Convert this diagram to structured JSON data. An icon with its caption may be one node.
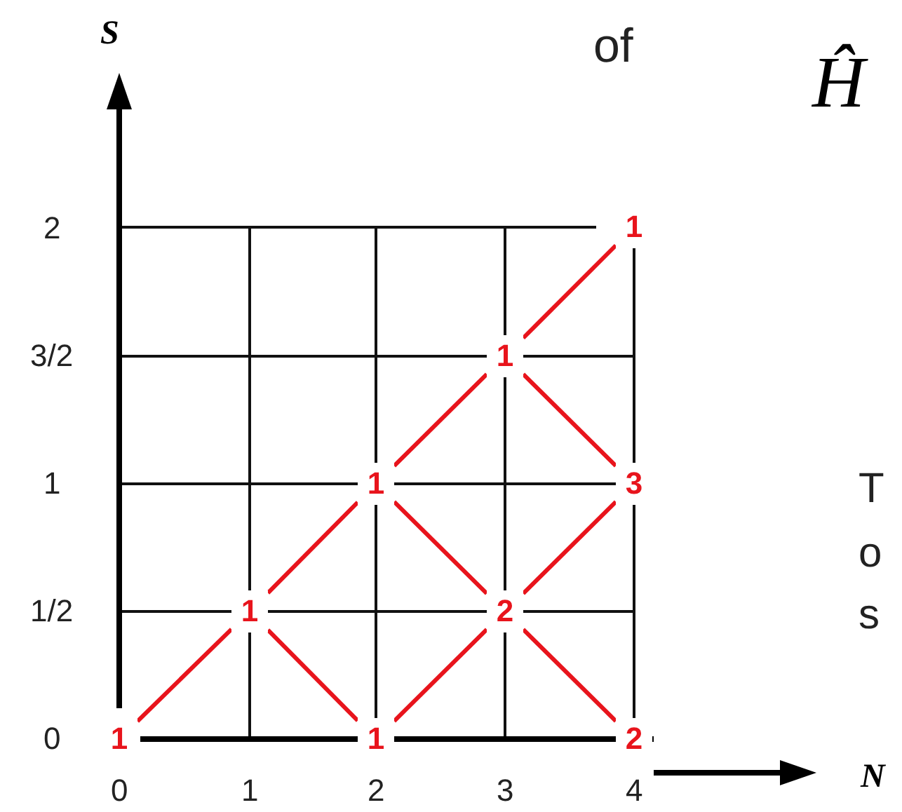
{
  "diagram": {
    "nodes": [
      {
        "text": [
          "1"
        ]
      },
      {
        "text": [
          "1"
        ]
      },
      {
        "text": [
          "1"
        ]
      },
      {
        "text": [
          "1"
        ]
      },
      {
        "text": [
          "2"
        ]
      },
      {
        "text": [
          "1"
        ]
      },
      {
        "text": [
          "2"
        ]
      },
      {
        "text": [
          "3"
        ]
      },
      {
        "text": [
          "1"
        ]
      }
    ],
    "edges": [
      {
        "from": 0,
        "to": 1,
        "arrow": "none"
      },
      {
        "from": 1,
        "to": 2,
        "arrow": "none"
      },
      {
        "from": 1,
        "to": 3,
        "arrow": "none"
      },
      {
        "from": 2,
        "to": 4,
        "arrow": "none"
      },
      {
        "from": 3,
        "to": 4,
        "arrow": "none"
      },
      {
        "from": 3,
        "to": 5,
        "arrow": "none"
      },
      {
        "from": 4,
        "to": 6,
        "arrow": "none"
      },
      {
        "from": 4,
        "to": 7,
        "arrow": "none"
      },
      {
        "from": 5,
        "to": 7,
        "arrow": "none"
      },
      {
        "from": 5,
        "to": 8,
        "arrow": "none"
      }
    ],
    "labels": [
      "S",
      "of",
      "Ĥ",
      "2",
      "3/2",
      "1",
      "T",
      "1/2",
      "o",
      "s",
      "0",
      "N",
      "0",
      "1",
      "2",
      "3",
      "4"
    ]
  }
}
